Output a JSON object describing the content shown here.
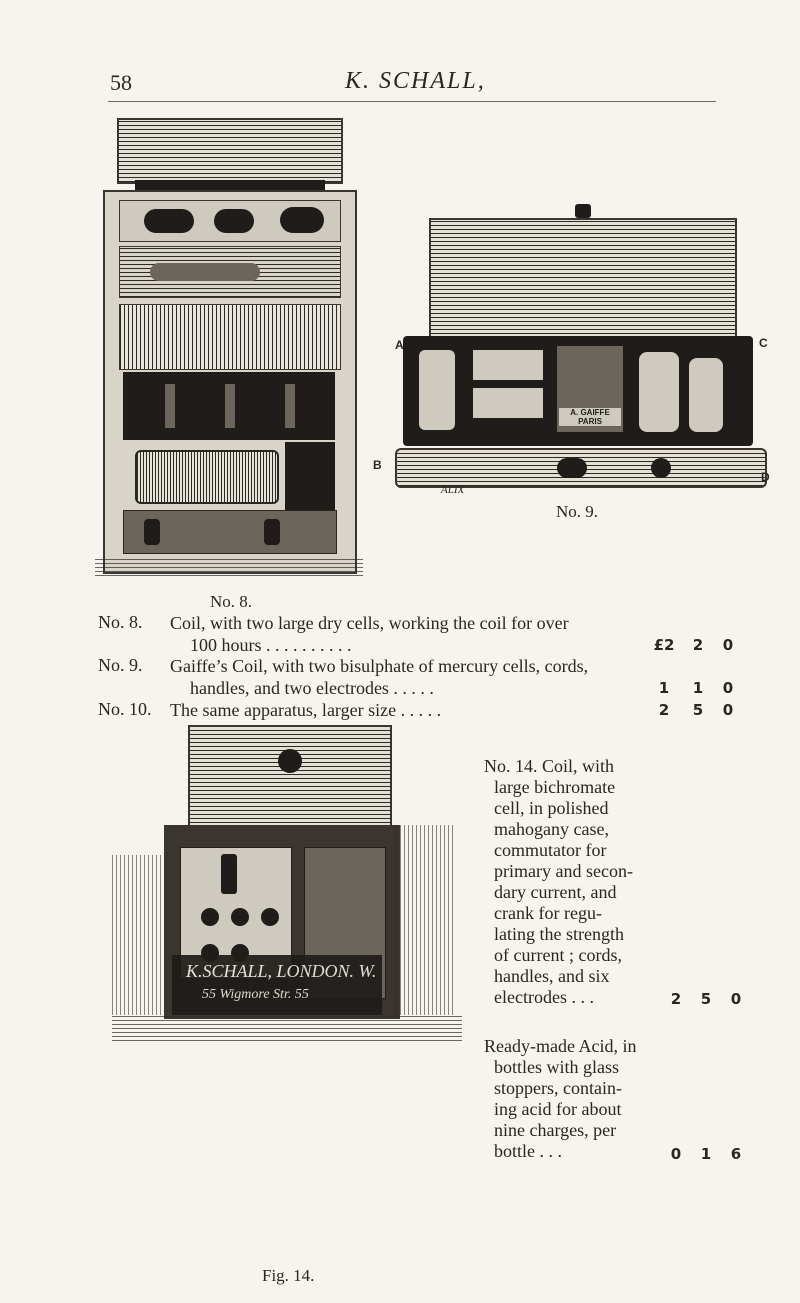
{
  "header": {
    "page_number": "58",
    "running_title": "K. SCHALL,"
  },
  "figure_top_left": {
    "caption": "No. 8."
  },
  "figure_top_right": {
    "caption": "No. 9.",
    "corner_labels": [
      "A",
      "B",
      "C",
      "D"
    ],
    "inner_label": "A. GAIFFE PARIS",
    "maker_mark": "ALIX"
  },
  "items": [
    {
      "number": "No. 8.",
      "lines": [
        "Coil, with two large dry cells, working the coil for over",
        "100 hours . . . . . . . . . ."
      ],
      "price": [
        "£2",
        "2",
        "0"
      ]
    },
    {
      "number": "No. 9.",
      "lines": [
        "Gaiffe’s Coil, with two bisulphate of mercury cells, cords,",
        "handles, and two electrodes . . . . ."
      ],
      "price": [
        "1",
        "1",
        "0"
      ]
    },
    {
      "number": "No. 10.",
      "lines": [
        "The same apparatus, larger size . . . . ."
      ],
      "price": [
        "2",
        "5",
        "0"
      ]
    }
  ],
  "figure_bottom": {
    "caption": "Fig. 14.",
    "plate_lines": [
      "K.SCHALL, LONDON. W.",
      "55 Wigmore Str. 55"
    ]
  },
  "item14": {
    "lines": [
      "No. 14. Coil, with",
      "large bichromate",
      "cell, in polished",
      "mahogany case,",
      "commutator for",
      "primary and secon-",
      "dary current, and",
      "crank for regu-",
      "lating the strength",
      "of current ; cords,",
      "handles, and six",
      "electrodes . . ."
    ],
    "price": [
      "2",
      "5",
      "0"
    ]
  },
  "acid": {
    "lines": [
      "Ready-made Acid, in",
      "bottles with glass",
      "stoppers, contain-",
      "ing acid for about",
      "nine charges, per",
      "bottle . . ."
    ],
    "price": [
      "0",
      "1",
      "6"
    ]
  }
}
